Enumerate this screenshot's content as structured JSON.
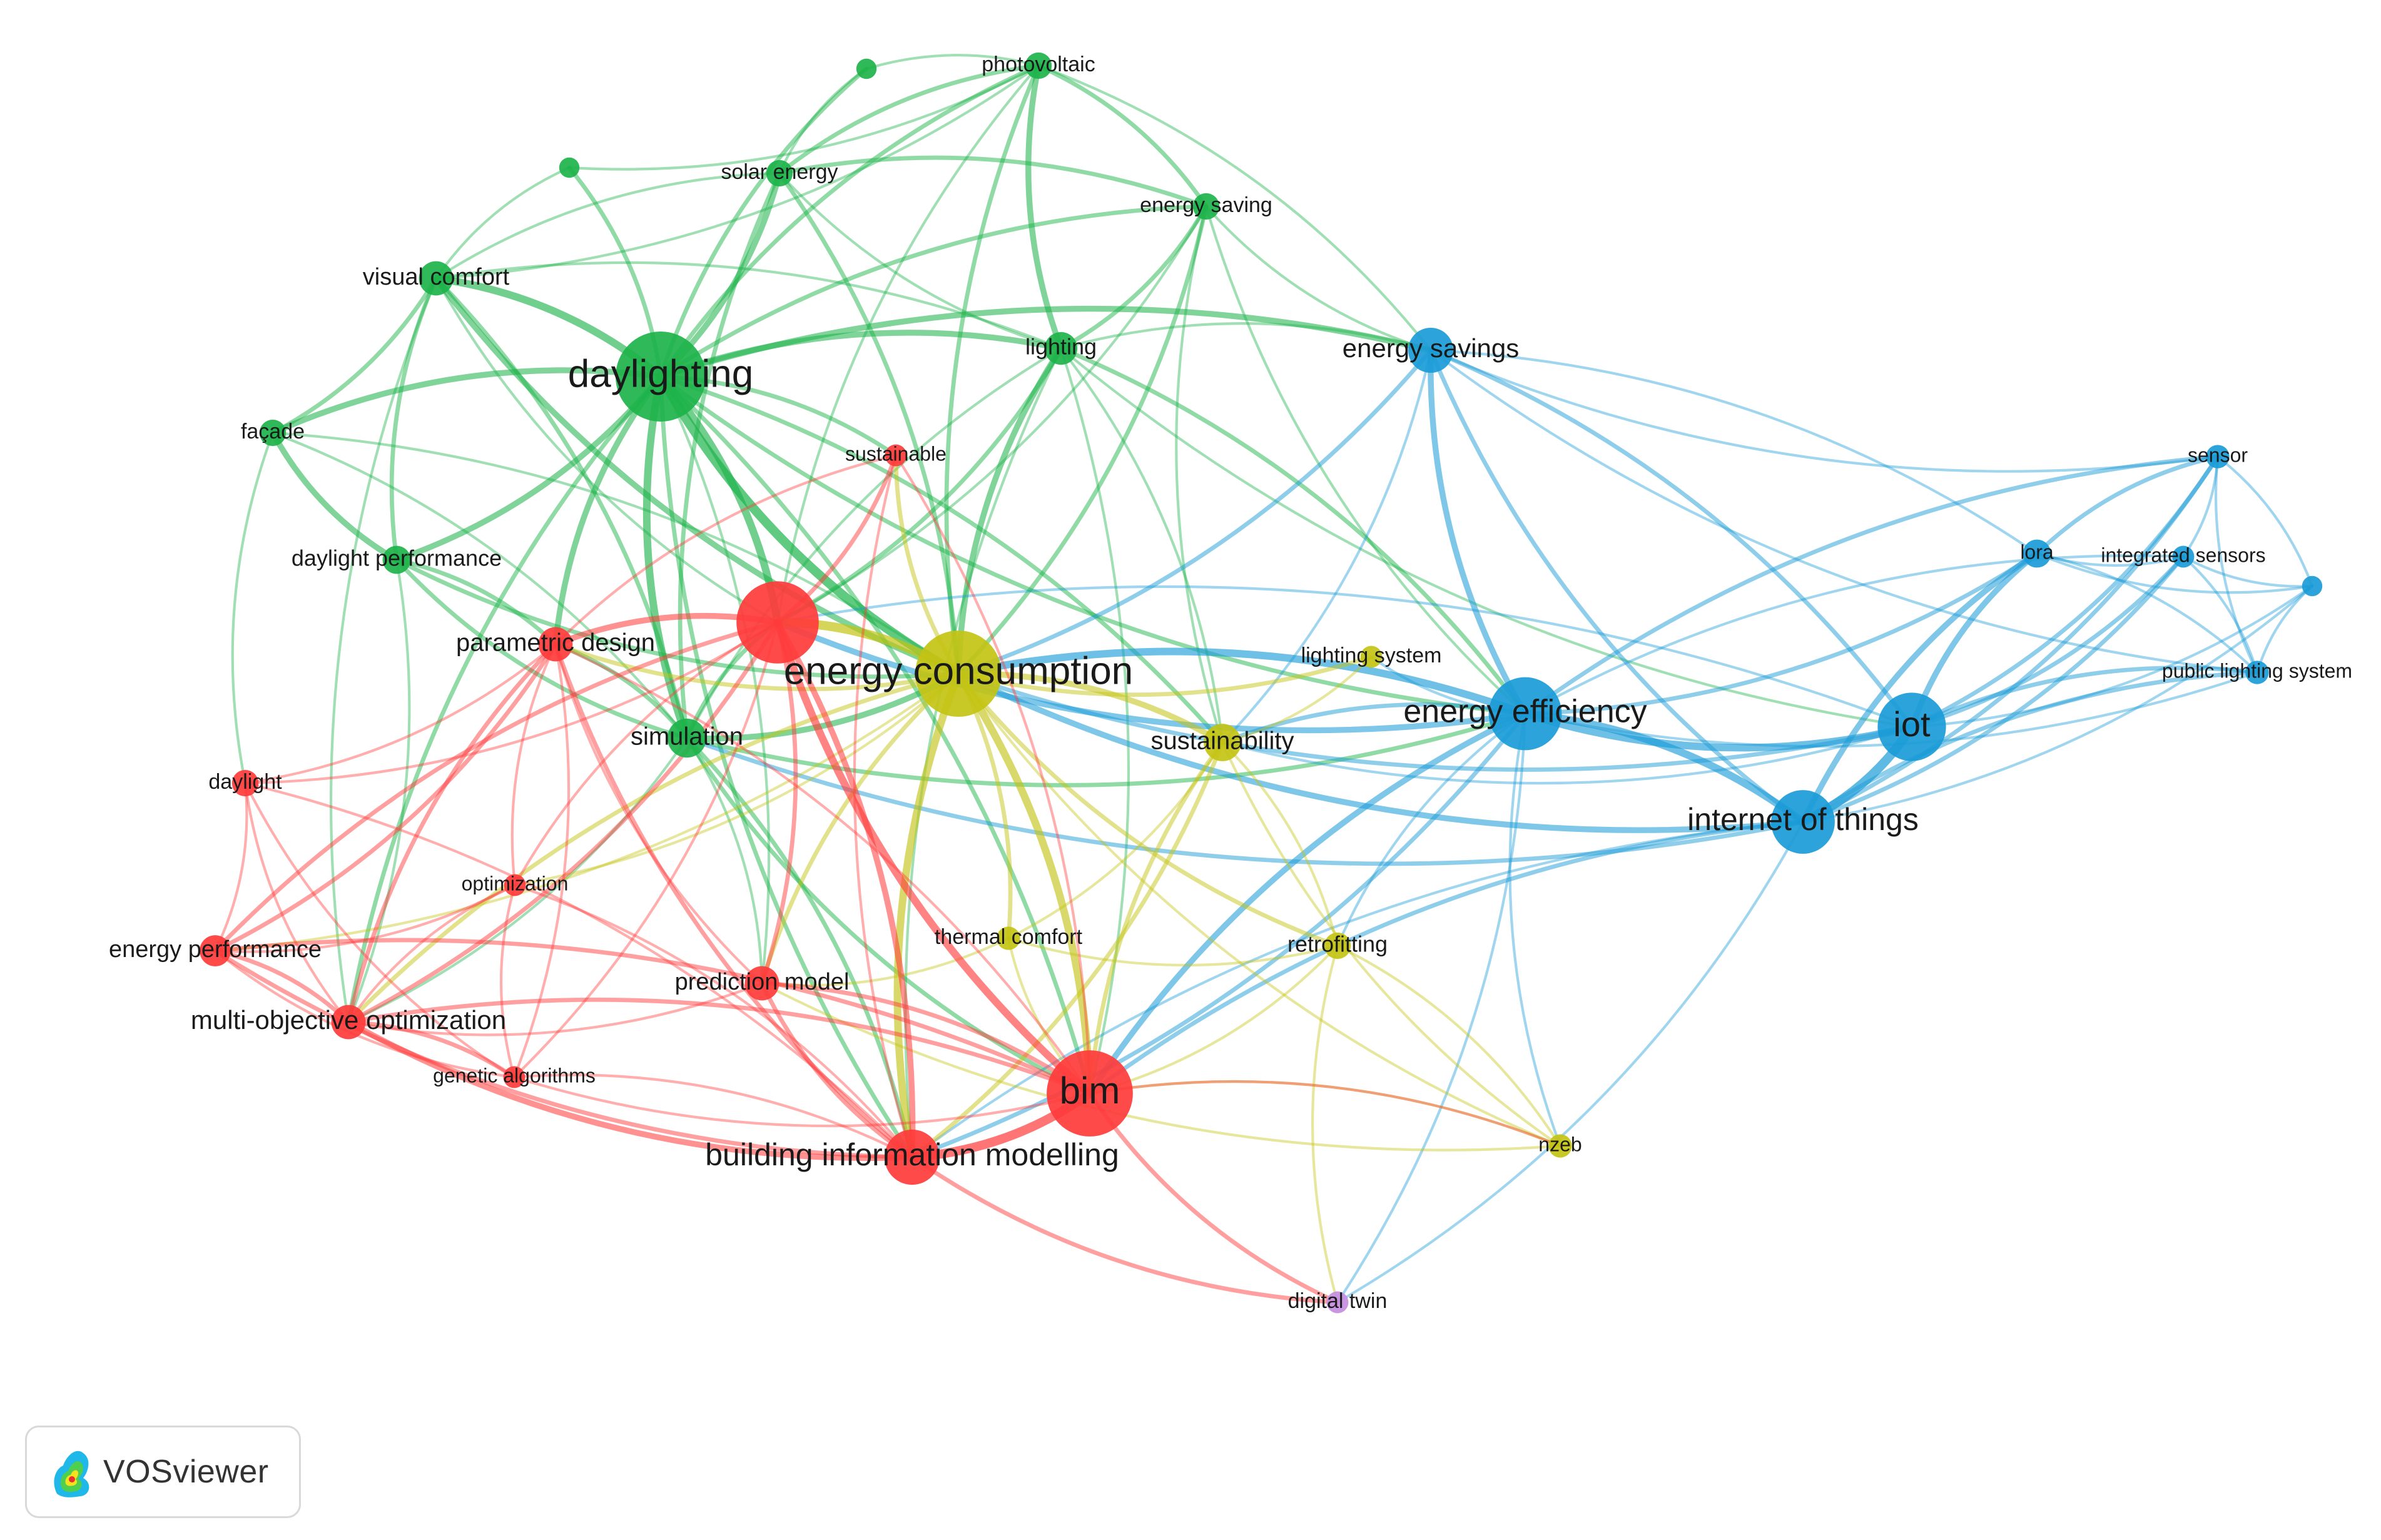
{
  "app": {
    "name": "VOSviewer"
  },
  "clusters": {
    "red": {
      "color": "#ff3b3b"
    },
    "green": {
      "color": "#1db34a"
    },
    "blue": {
      "color": "#1a9bd7"
    },
    "yellow": {
      "color": "#c3c314"
    },
    "purple": {
      "color": "#c48ee0"
    }
  },
  "nodes": [
    {
      "id": "daylighting",
      "label": "daylighting",
      "cluster": "green",
      "weight": 1.0
    },
    {
      "id": "photovoltaic",
      "label": "photovoltaic",
      "cluster": "green",
      "weight": 0.18
    },
    {
      "id": "solar_energy",
      "label": "solar energy",
      "cluster": "green",
      "weight": 0.18
    },
    {
      "id": "energy_saving",
      "label": "energy saving",
      "cluster": "green",
      "weight": 0.18
    },
    {
      "id": "visual_comfort",
      "label": "visual comfort",
      "cluster": "green",
      "weight": 0.28
    },
    {
      "id": "lighting",
      "label": "lighting",
      "cluster": "green",
      "weight": 0.26
    },
    {
      "id": "facade",
      "label": "façade",
      "cluster": "green",
      "weight": 0.18
    },
    {
      "id": "daylight_performance",
      "label": "daylight performance",
      "cluster": "green",
      "weight": 0.2
    },
    {
      "id": "simulation",
      "label": "simulation",
      "cluster": "green",
      "weight": 0.34
    },
    {
      "id": "green_unlabeled_1",
      "label": "",
      "cluster": "green",
      "weight": 0.1
    },
    {
      "id": "green_unlabeled_2",
      "label": "",
      "cluster": "green",
      "weight": 0.1
    },
    {
      "id": "energy_savings",
      "label": "energy savings",
      "cluster": "blue",
      "weight": 0.42
    },
    {
      "id": "energy_efficiency",
      "label": "energy efficiency",
      "cluster": "blue",
      "weight": 0.78
    },
    {
      "id": "iot",
      "label": "iot",
      "cluster": "blue",
      "weight": 0.72
    },
    {
      "id": "internet_of_things",
      "label": "internet of things",
      "cluster": "blue",
      "weight": 0.66
    },
    {
      "id": "sensor",
      "label": "sensor",
      "cluster": "blue",
      "weight": 0.14
    },
    {
      "id": "lora",
      "label": "lora",
      "cluster": "blue",
      "weight": 0.2
    },
    {
      "id": "integrated_sensors",
      "label": "integrated sensors",
      "cluster": "blue",
      "weight": 0.12
    },
    {
      "id": "public_lighting_system",
      "label": "public lighting system",
      "cluster": "blue",
      "weight": 0.14
    },
    {
      "id": "blue_unlabeled_1",
      "label": "",
      "cluster": "blue",
      "weight": 0.1
    },
    {
      "id": "energy_consumption",
      "label": "energy consumption",
      "cluster": "yellow",
      "weight": 0.95
    },
    {
      "id": "lighting_system",
      "label": "lighting system",
      "cluster": "yellow",
      "weight": 0.12
    },
    {
      "id": "sustainability",
      "label": "sustainability",
      "cluster": "yellow",
      "weight": 0.32
    },
    {
      "id": "thermal_comfort",
      "label": "thermal comfort",
      "cluster": "yellow",
      "weight": 0.14
    },
    {
      "id": "retrofitting",
      "label": "retrofitting",
      "cluster": "yellow",
      "weight": 0.18
    },
    {
      "id": "nzeb",
      "label": "nzeb",
      "cluster": "yellow",
      "weight": 0.14
    },
    {
      "id": "red_hub",
      "label": "",
      "cluster": "red",
      "weight": 0.9
    },
    {
      "id": "sustainable",
      "label": "sustainable",
      "cluster": "red",
      "weight": 0.12
    },
    {
      "id": "parametric_design",
      "label": "parametric design",
      "cluster": "red",
      "weight": 0.28
    },
    {
      "id": "daylight",
      "label": "daylight",
      "cluster": "red",
      "weight": 0.18
    },
    {
      "id": "optimization",
      "label": "optimization",
      "cluster": "red",
      "weight": 0.12
    },
    {
      "id": "energy_performance",
      "label": "energy performance",
      "cluster": "red",
      "weight": 0.24
    },
    {
      "id": "multi_objective_optimization",
      "label": "multi-objective optimization",
      "cluster": "red",
      "weight": 0.28
    },
    {
      "id": "prediction_model",
      "label": "prediction model",
      "cluster": "red",
      "weight": 0.28
    },
    {
      "id": "genetic_algorithms",
      "label": "genetic algorithms",
      "cluster": "red",
      "weight": 0.12
    },
    {
      "id": "bim",
      "label": "bim",
      "cluster": "red",
      "weight": 0.95
    },
    {
      "id": "building_information_modelling",
      "label": "building information modelling",
      "cluster": "red",
      "weight": 0.55
    },
    {
      "id": "digital_twin",
      "label": "digital twin",
      "cluster": "purple",
      "weight": 0.12
    }
  ],
  "edges": [
    [
      "daylighting",
      "photovoltaic",
      2
    ],
    [
      "daylighting",
      "solar_energy",
      3
    ],
    [
      "daylighting",
      "energy_saving",
      2
    ],
    [
      "daylighting",
      "visual_comfort",
      4
    ],
    [
      "daylighting",
      "lighting",
      3
    ],
    [
      "daylighting",
      "facade",
      3
    ],
    [
      "daylighting",
      "daylight_performance",
      3
    ],
    [
      "daylighting",
      "simulation",
      4
    ],
    [
      "daylighting",
      "green_unlabeled_1",
      2
    ],
    [
      "daylighting",
      "green_unlabeled_2",
      2
    ],
    [
      "daylighting",
      "energy_savings",
      3
    ],
    [
      "daylighting",
      "energy_consumption",
      5
    ],
    [
      "daylighting",
      "red_hub",
      4
    ],
    [
      "daylighting",
      "parametric_design",
      3
    ],
    [
      "daylighting",
      "sustainable",
      2
    ],
    [
      "daylighting",
      "multi_objective_optimization",
      2
    ],
    [
      "daylighting",
      "prediction_model",
      1
    ],
    [
      "daylighting",
      "energy_efficiency",
      2
    ],
    [
      "daylighting",
      "bim",
      2
    ],
    [
      "daylighting",
      "building_information_modelling",
      2
    ],
    [
      "daylighting",
      "sustainability",
      2
    ],
    [
      "photovoltaic",
      "solar_energy",
      2
    ],
    [
      "photovoltaic",
      "energy_saving",
      2
    ],
    [
      "photovoltaic",
      "green_unlabeled_1",
      1
    ],
    [
      "photovoltaic",
      "green_unlabeled_2",
      1
    ],
    [
      "photovoltaic",
      "lighting",
      3
    ],
    [
      "photovoltaic",
      "energy_savings",
      1
    ],
    [
      "photovoltaic",
      "energy_consumption",
      2
    ],
    [
      "photovoltaic",
      "visual_comfort",
      1
    ],
    [
      "photovoltaic",
      "red_hub",
      1
    ],
    [
      "solar_energy",
      "energy_saving",
      2
    ],
    [
      "solar_energy",
      "visual_comfort",
      1
    ],
    [
      "solar_energy",
      "energy_consumption",
      2
    ],
    [
      "solar_energy",
      "simulation",
      2
    ],
    [
      "solar_energy",
      "green_unlabeled_1",
      1
    ],
    [
      "solar_energy",
      "lighting",
      1
    ],
    [
      "energy_saving",
      "lighting",
      2
    ],
    [
      "energy_saving",
      "energy_savings",
      1
    ],
    [
      "energy_saving",
      "energy_consumption",
      2
    ],
    [
      "energy_saving",
      "energy_efficiency",
      1
    ],
    [
      "energy_saving",
      "red_hub",
      1
    ],
    [
      "energy_saving",
      "sustainability",
      1
    ],
    [
      "visual_comfort",
      "facade",
      2
    ],
    [
      "visual_comfort",
      "daylight_performance",
      2
    ],
    [
      "visual_comfort",
      "simulation",
      2
    ],
    [
      "visual_comfort",
      "energy_consumption",
      3
    ],
    [
      "visual_comfort",
      "lighting",
      1
    ],
    [
      "visual_comfort",
      "red_hub",
      1
    ],
    [
      "visual_comfort",
      "green_unlabeled_2",
      1
    ],
    [
      "visual_comfort",
      "multi_objective_optimization",
      1
    ],
    [
      "lighting",
      "energy_savings",
      1
    ],
    [
      "lighting",
      "energy_consumption",
      3
    ],
    [
      "lighting",
      "energy_efficiency",
      2
    ],
    [
      "lighting",
      "iot",
      1
    ],
    [
      "lighting",
      "red_hub",
      2
    ],
    [
      "lighting",
      "simulation",
      1
    ],
    [
      "lighting",
      "sustainability",
      1
    ],
    [
      "lighting",
      "building_information_modelling",
      1
    ],
    [
      "lighting",
      "bim",
      1
    ],
    [
      "facade",
      "daylight_performance",
      3
    ],
    [
      "facade",
      "simulation",
      1
    ],
    [
      "facade",
      "daylight",
      1
    ],
    [
      "facade",
      "energy_consumption",
      1
    ],
    [
      "daylight_performance",
      "simulation",
      2
    ],
    [
      "daylight_performance",
      "parametric_design",
      2
    ],
    [
      "daylight_performance",
      "energy_consumption",
      2
    ],
    [
      "daylight_performance",
      "multi_objective_optimization",
      1
    ],
    [
      "simulation",
      "energy_consumption",
      3
    ],
    [
      "simulation",
      "red_hub",
      2
    ],
    [
      "simulation",
      "parametric_design",
      2
    ],
    [
      "simulation",
      "prediction_model",
      1
    ],
    [
      "simulation",
      "bim",
      2
    ],
    [
      "simulation",
      "building_information_modelling",
      2
    ],
    [
      "simulation",
      "energy_efficiency",
      2
    ],
    [
      "simulation",
      "multi_objective_optimization",
      1
    ],
    [
      "energy_savings",
      "energy_efficiency",
      3
    ],
    [
      "energy_savings",
      "iot",
      2
    ],
    [
      "energy_savings",
      "internet_of_things",
      2
    ],
    [
      "energy_savings",
      "energy_consumption",
      2
    ],
    [
      "energy_savings",
      "sensor",
      1
    ],
    [
      "energy_savings",
      "lora",
      1
    ],
    [
      "energy_savings",
      "public_lighting_system",
      1
    ],
    [
      "energy_savings",
      "sustainability",
      1
    ],
    [
      "energy_efficiency",
      "iot",
      4
    ],
    [
      "energy_efficiency",
      "internet_of_things",
      4
    ],
    [
      "energy_efficiency",
      "energy_consumption",
      4
    ],
    [
      "energy_efficiency",
      "red_hub",
      3
    ],
    [
      "energy_efficiency",
      "bim",
      3
    ],
    [
      "energy_efficiency",
      "building_information_modelling",
      2
    ],
    [
      "energy_efficiency",
      "sustainability",
      2
    ],
    [
      "energy_efficiency",
      "lighting_system",
      1
    ],
    [
      "energy_efficiency",
      "retrofitting",
      1
    ],
    [
      "energy_efficiency",
      "sensor",
      2
    ],
    [
      "energy_efficiency",
      "lora",
      2
    ],
    [
      "energy_efficiency",
      "integrated_sensors",
      1
    ],
    [
      "energy_efficiency",
      "public_lighting_system",
      1
    ],
    [
      "energy_efficiency",
      "digital_twin",
      1
    ],
    [
      "energy_efficiency",
      "nzeb",
      1
    ],
    [
      "iot",
      "internet_of_things",
      5
    ],
    [
      "iot",
      "sensor",
      2
    ],
    [
      "iot",
      "lora",
      3
    ],
    [
      "iot",
      "integrated_sensors",
      2
    ],
    [
      "iot",
      "public_lighting_system",
      2
    ],
    [
      "iot",
      "blue_unlabeled_1",
      1
    ],
    [
      "iot",
      "energy_consumption",
      2
    ],
    [
      "iot",
      "red_hub",
      1
    ],
    [
      "iot",
      "sustainability",
      1
    ],
    [
      "internet_of_things",
      "sensor",
      2
    ],
    [
      "internet_of_things",
      "lora",
      3
    ],
    [
      "internet_of_things",
      "integrated_sensors",
      2
    ],
    [
      "internet_of_things",
      "public_lighting_system",
      2
    ],
    [
      "internet_of_things",
      "blue_unlabeled_1",
      1
    ],
    [
      "internet_of_things",
      "energy_consumption",
      3
    ],
    [
      "internet_of_things",
      "bim",
      2
    ],
    [
      "internet_of_things",
      "digital_twin",
      1
    ],
    [
      "internet_of_things",
      "building_information_modelling",
      1
    ],
    [
      "internet_of_things",
      "simulation",
      2
    ],
    [
      "sensor",
      "lora",
      2
    ],
    [
      "sensor",
      "integrated_sensors",
      1
    ],
    [
      "sensor",
      "public_lighting_system",
      1
    ],
    [
      "sensor",
      "blue_unlabeled_1",
      1
    ],
    [
      "lora",
      "integrated_sensors",
      1
    ],
    [
      "lora",
      "public_lighting_system",
      1
    ],
    [
      "lora",
      "blue_unlabeled_1",
      1
    ],
    [
      "integrated_sensors",
      "public_lighting_system",
      1
    ],
    [
      "integrated_sensors",
      "blue_unlabeled_1",
      1
    ],
    [
      "public_lighting_system",
      "blue_unlabeled_1",
      1
    ],
    [
      "energy_consumption",
      "red_hub",
      5
    ],
    [
      "energy_consumption",
      "bim",
      4
    ],
    [
      "energy_consumption",
      "building_information_modelling",
      4
    ],
    [
      "energy_consumption",
      "sustainability",
      3
    ],
    [
      "energy_consumption",
      "lighting_system",
      2
    ],
    [
      "energy_consumption",
      "thermal_comfort",
      2
    ],
    [
      "energy_consumption",
      "retrofitting",
      2
    ],
    [
      "energy_consumption",
      "parametric_design",
      2
    ],
    [
      "energy_consumption",
      "prediction_model",
      2
    ],
    [
      "energy_consumption",
      "sustainable",
      2
    ],
    [
      "energy_consumption",
      "multi_objective_optimization",
      2
    ],
    [
      "energy_consumption",
      "energy_performance",
      1
    ],
    [
      "energy_consumption",
      "nzeb",
      1
    ],
    [
      "energy_consumption",
      "optimization",
      1
    ],
    [
      "sustainability",
      "bim",
      2
    ],
    [
      "sustainability",
      "retrofitting",
      1
    ],
    [
      "sustainability",
      "lighting_system",
      1
    ],
    [
      "sustainability",
      "building_information_modelling",
      2
    ],
    [
      "sustainability",
      "nzeb",
      1
    ],
    [
      "sustainability",
      "thermal_comfort",
      1
    ],
    [
      "thermal_comfort",
      "bim",
      1
    ],
    [
      "thermal_comfort",
      "prediction_model",
      1
    ],
    [
      "thermal_comfort",
      "retrofitting",
      1
    ],
    [
      "retrofitting",
      "bim",
      1
    ],
    [
      "retrofitting",
      "digital_twin",
      1
    ],
    [
      "retrofitting",
      "nzeb",
      1
    ],
    [
      "nzeb",
      "bim",
      1
    ],
    [
      "nzeb",
      "prediction_model",
      1
    ],
    [
      "red_hub",
      "bim",
      4
    ],
    [
      "red_hub",
      "building_information_modelling",
      3
    ],
    [
      "red_hub",
      "parametric_design",
      3
    ],
    [
      "red_hub",
      "prediction_model",
      2
    ],
    [
      "red_hub",
      "sustainable",
      2
    ],
    [
      "red_hub",
      "multi_objective_optimization",
      2
    ],
    [
      "red_hub",
      "energy_performance",
      2
    ],
    [
      "red_hub",
      "daylight",
      1
    ],
    [
      "red_hub",
      "optimization",
      1
    ],
    [
      "red_hub",
      "genetic_algorithms",
      1
    ],
    [
      "sustainable",
      "parametric_design",
      1
    ],
    [
      "sustainable",
      "bim",
      1
    ],
    [
      "sustainable",
      "building_information_modelling",
      1
    ],
    [
      "parametric_design",
      "daylight",
      1
    ],
    [
      "parametric_design",
      "multi_objective_optimization",
      2
    ],
    [
      "parametric_design",
      "energy_performance",
      2
    ],
    [
      "parametric_design",
      "optimization",
      1
    ],
    [
      "parametric_design",
      "genetic_algorithms",
      1
    ],
    [
      "parametric_design",
      "building_information_modelling",
      2
    ],
    [
      "parametric_design",
      "bim",
      1
    ],
    [
      "parametric_design",
      "prediction_model",
      1
    ],
    [
      "daylight",
      "energy_performance",
      1
    ],
    [
      "daylight",
      "multi_objective_optimization",
      1
    ],
    [
      "daylight",
      "building_information_modelling",
      1
    ],
    [
      "daylight",
      "genetic_algorithms",
      1
    ],
    [
      "optimization",
      "energy_performance",
      1
    ],
    [
      "optimization",
      "multi_objective_optimization",
      1
    ],
    [
      "optimization",
      "building_information_modelling",
      1
    ],
    [
      "optimization",
      "genetic_algorithms",
      1
    ],
    [
      "energy_performance",
      "multi_objective_optimization",
      2
    ],
    [
      "energy_performance",
      "building_information_modelling",
      2
    ],
    [
      "energy_performance",
      "bim",
      2
    ],
    [
      "energy_performance",
      "genetic_algorithms",
      1
    ],
    [
      "multi_objective_optimization",
      "genetic_algorithms",
      2
    ],
    [
      "multi_objective_optimization",
      "building_information_modelling",
      3
    ],
    [
      "multi_objective_optimization",
      "bim",
      2
    ],
    [
      "multi_objective_optimization",
      "prediction_model",
      1
    ],
    [
      "prediction_model",
      "bim",
      2
    ],
    [
      "prediction_model",
      "building_information_modelling",
      2
    ],
    [
      "genetic_algorithms",
      "building_information_modelling",
      1
    ],
    [
      "genetic_algorithms",
      "bim",
      1
    ],
    [
      "bim",
      "building_information_modelling",
      5
    ],
    [
      "bim",
      "digital_twin",
      2
    ],
    [
      "bim",
      "nzeb",
      1
    ],
    [
      "building_information_modelling",
      "digital_twin",
      2
    ]
  ]
}
